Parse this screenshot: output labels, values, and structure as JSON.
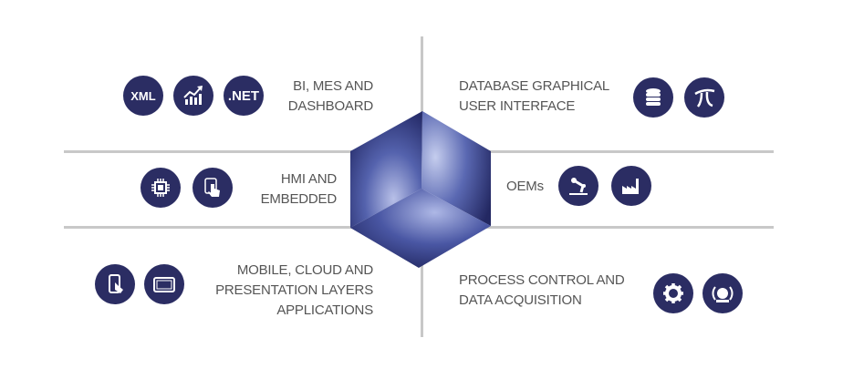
{
  "quadrants": {
    "bi": {
      "line1": "BI, MES AND",
      "line2": "DASHBOARD",
      "icons": [
        "xml-icon",
        "chart-growth-icon",
        "dotnet-icon"
      ],
      "xml_text": "XML",
      "net_text": ".NET"
    },
    "db": {
      "line1": "DATABASE GRAPHICAL",
      "line2": "USER INTERFACE",
      "icons": [
        "database-icon",
        "logo-pi-icon"
      ]
    },
    "hmi": {
      "line1": "HMI AND",
      "line2": "EMBEDDED",
      "icons": [
        "chip-icon",
        "touch-icon"
      ]
    },
    "oem": {
      "line1": "OEMs",
      "icons": [
        "robot-arm-icon",
        "factory-icon"
      ]
    },
    "mobile": {
      "line1": "MOBILE, CLOUD AND",
      "line2": "PRESENTATION LAYERS",
      "line3": "APPLICATIONS",
      "icons": [
        "smartphone-icon",
        "tablet-icon"
      ]
    },
    "process": {
      "line1": "PROCESS CONTROL AND",
      "line2": "DATA ACQUISITION",
      "icons": [
        "gear-icon",
        "alarm-icon"
      ]
    }
  },
  "colors": {
    "icon_bg": "#2b2d63",
    "text": "#555555",
    "lines": "#c8c8c8"
  }
}
